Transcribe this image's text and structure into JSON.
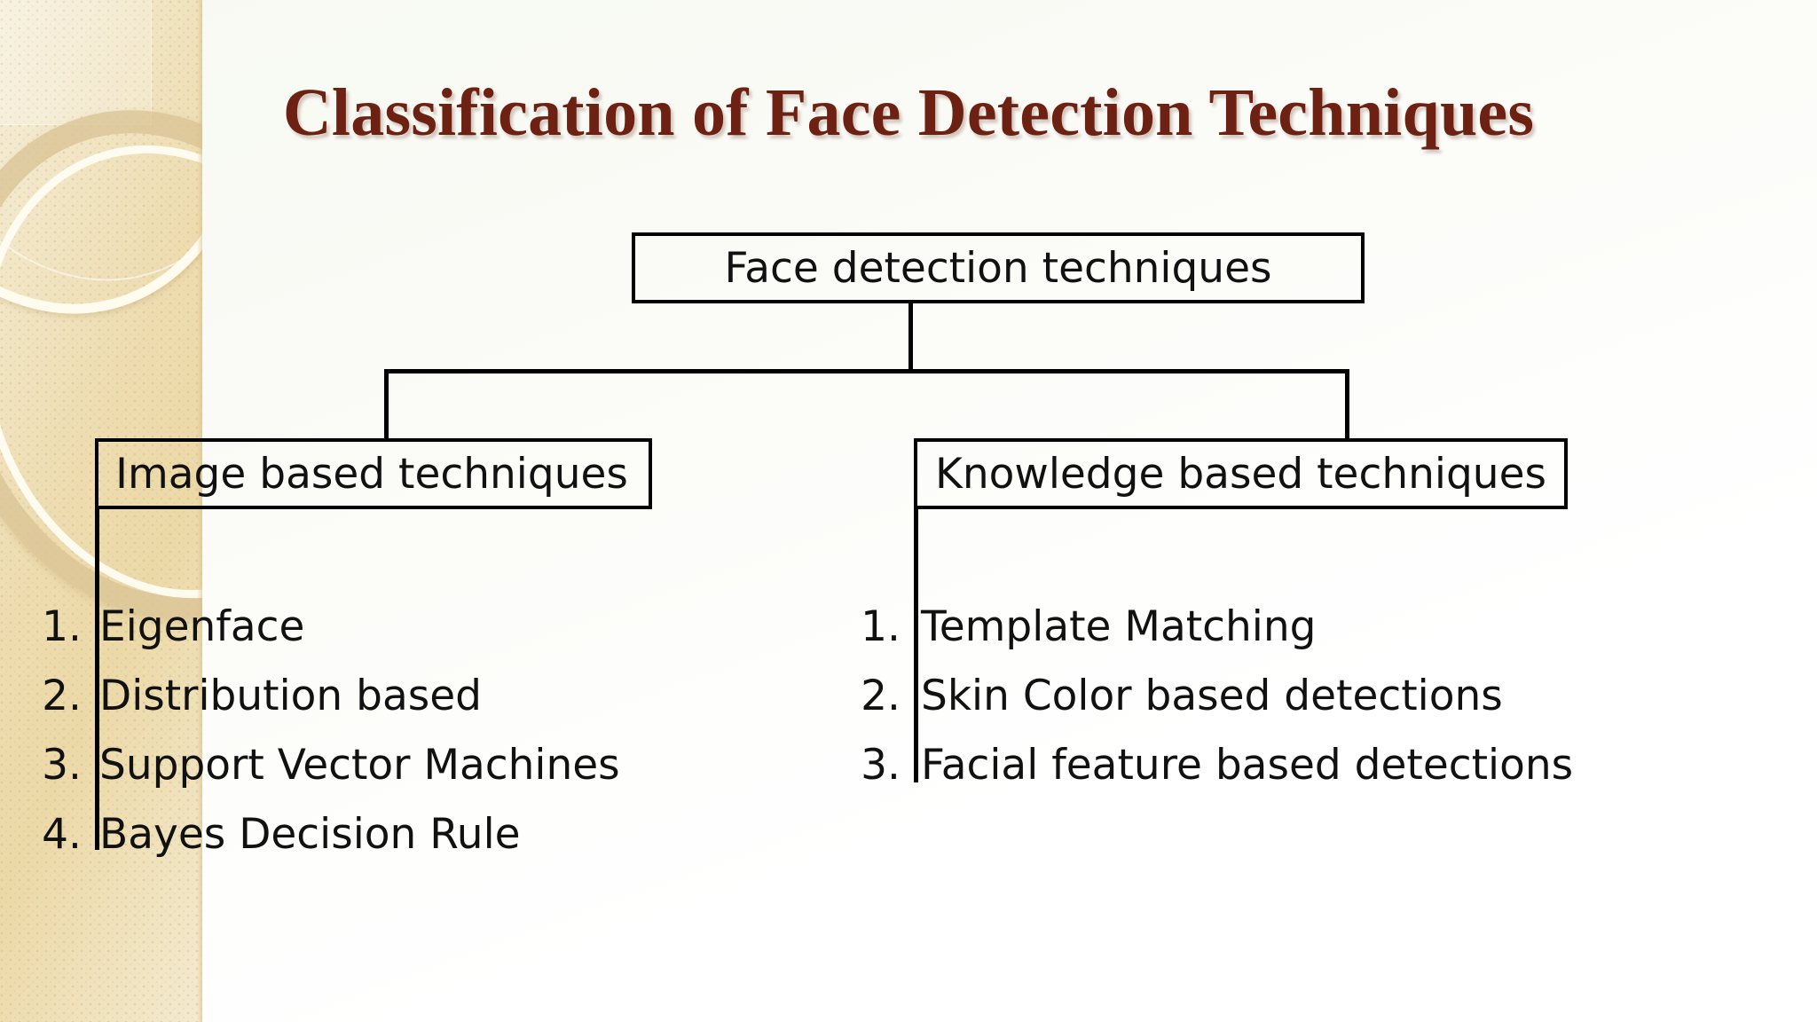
{
  "slide": {
    "title": "Classification of Face Detection Techniques",
    "title_color": "#6d2113",
    "background_color": "#fbfbf7",
    "decoration": {
      "band_color": "#ecd9a8",
      "ring_highlight_color": "#fffcf0",
      "ring_shadow_color": "#dbc496"
    }
  },
  "diagram": {
    "type": "tree",
    "root": {
      "label": "Face detection techniques"
    },
    "branches": [
      {
        "label": "Image based techniques",
        "items": [
          {
            "number": "1.",
            "label": "Eigenface"
          },
          {
            "number": "2.",
            "label": "Distribution based"
          },
          {
            "number": "3.",
            "label": "Support Vector Machines"
          },
          {
            "number": "4.",
            "label": "Bayes Decision Rule"
          }
        ]
      },
      {
        "label": "Knowledge based techniques",
        "items": [
          {
            "number": "1.",
            "label": "Template Matching"
          },
          {
            "number": "2.",
            "label": "Skin Color based detections"
          },
          {
            "number": "3.",
            "label": "Facial feature based detections"
          }
        ]
      }
    ]
  }
}
